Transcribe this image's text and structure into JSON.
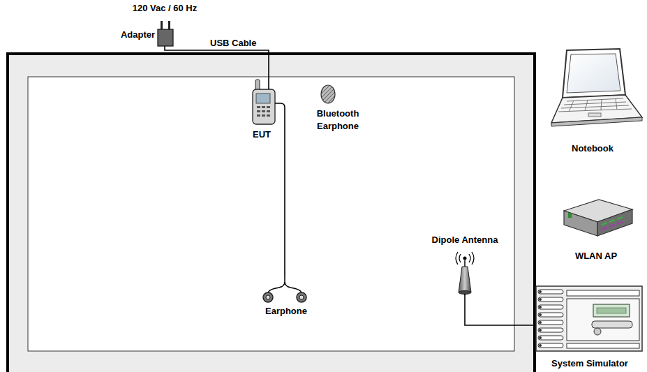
{
  "diagram": {
    "nodes": [
      {
        "text": [
          "120 Vac / 60 Hz",
          "Adapter"
        ]
      },
      {
        "text": [
          "EUT"
        ]
      },
      {
        "text": [
          "Bluetooth Earphone"
        ]
      },
      {
        "text": [
          "Notebook"
        ]
      },
      {
        "text": [
          "WLAN AP"
        ]
      },
      {
        "text": [
          "Dipole Antenna"
        ]
      },
      {
        "text": [
          "Earphone"
        ]
      },
      {
        "text": [
          "System Simulator"
        ]
      }
    ],
    "edges": [
      {
        "from": 0,
        "to": 1,
        "label": "USB Cable",
        "arrow": "none"
      },
      {
        "from": 1,
        "to": 6,
        "arrow": "none"
      },
      {
        "from": 5,
        "to": 7,
        "arrow": "none"
      }
    ]
  }
}
